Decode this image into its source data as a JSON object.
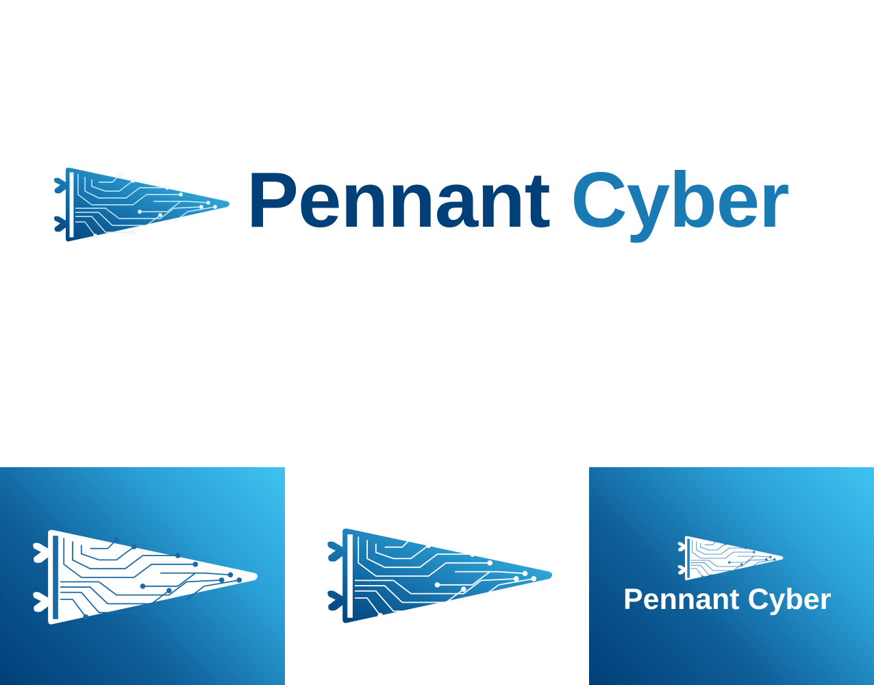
{
  "brand": {
    "name_part1": "Pennant",
    "name_part2": "Cyber",
    "full_name": "Pennant Cyber",
    "colors": {
      "dark_blue": "#003f78",
      "mid_blue": "#1a7bb4",
      "light_blue": "#3fc3f2",
      "white": "#ffffff"
    }
  },
  "icons": {
    "logo_mark": "circuit-pennant-icon"
  }
}
